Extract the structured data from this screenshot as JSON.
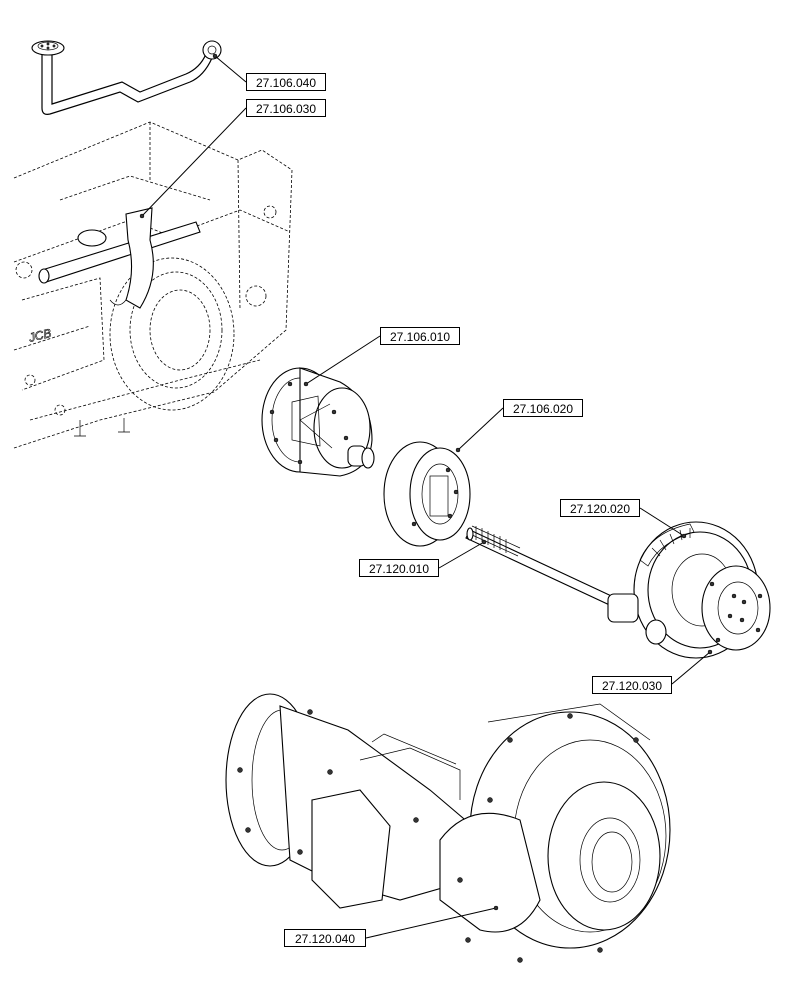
{
  "callouts": {
    "c1": "27.106.040",
    "c2": "27.106.030",
    "c3": "27.106.010",
    "c4": "27.106.020",
    "c5": "27.120.020",
    "c6": "27.120.010",
    "c7": "27.120.030",
    "c8": "27.120.040"
  },
  "housing_marking": "JCB"
}
